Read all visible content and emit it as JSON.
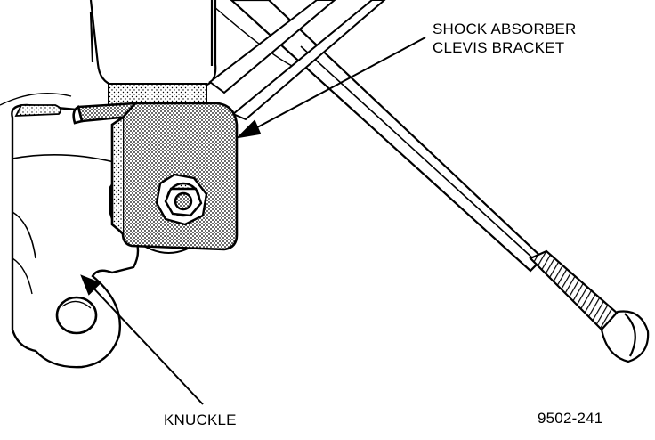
{
  "callouts": {
    "shock_bracket_line1": "SHOCK ABSORBER",
    "shock_bracket_line2": "CLEVIS BRACKET",
    "knuckle": "KNUCKLE"
  },
  "figure_number": "9502-241",
  "colors": {
    "ink": "#000000",
    "paper": "#ffffff",
    "shade": "#b9b9b9"
  }
}
